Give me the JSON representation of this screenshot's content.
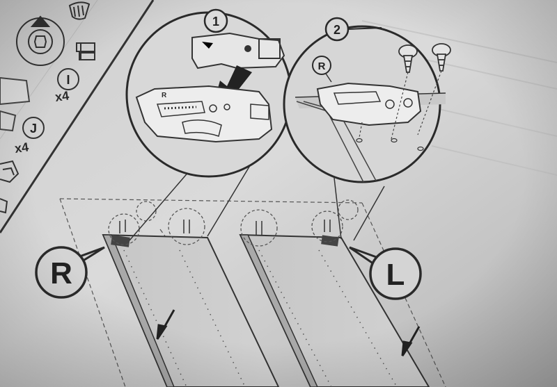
{
  "step_1_number": "1",
  "step_2_number": "2",
  "detail_part_label": "R",
  "right_panel_label": "R",
  "left_panel_label": "L",
  "part_i_label": "I",
  "part_i_qty": "x4",
  "part_j_label": "J",
  "part_j_qty": "x4"
}
